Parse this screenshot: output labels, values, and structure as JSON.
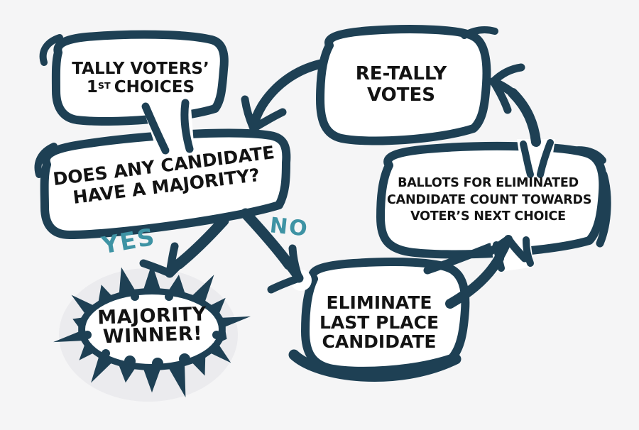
{
  "colors": {
    "ink": "#1e4054",
    "accent": "#3e93a4",
    "text": "#131313",
    "bg": "#f5f5f6",
    "halo": "#ebebee"
  },
  "nodes": {
    "tally": {
      "line1": "TALLY VOTERS’",
      "line2_num": "1",
      "line2_sup": "ST",
      "line2_rest": "CHOICES"
    },
    "retally": {
      "line1": "RE-TALLY",
      "line2": "VOTES"
    },
    "majority": {
      "line1": "DOES ANY CANDIDATE",
      "line2": "HAVE A MAJORITY?"
    },
    "ballots": {
      "line1": "BALLOTS FOR ELIMINATED",
      "line2": "CANDIDATE COUNT TOWARDS",
      "line3": "VOTER’S NEXT CHOICE"
    },
    "eliminate": {
      "line1": "ELIMINATE",
      "line2": "LAST PLACE",
      "line3": "CANDIDATE"
    },
    "winner": {
      "line1": "MAJORITY",
      "line2": "WINNER!"
    }
  },
  "edges": {
    "yes_label": "YES",
    "no_label": "NO"
  }
}
